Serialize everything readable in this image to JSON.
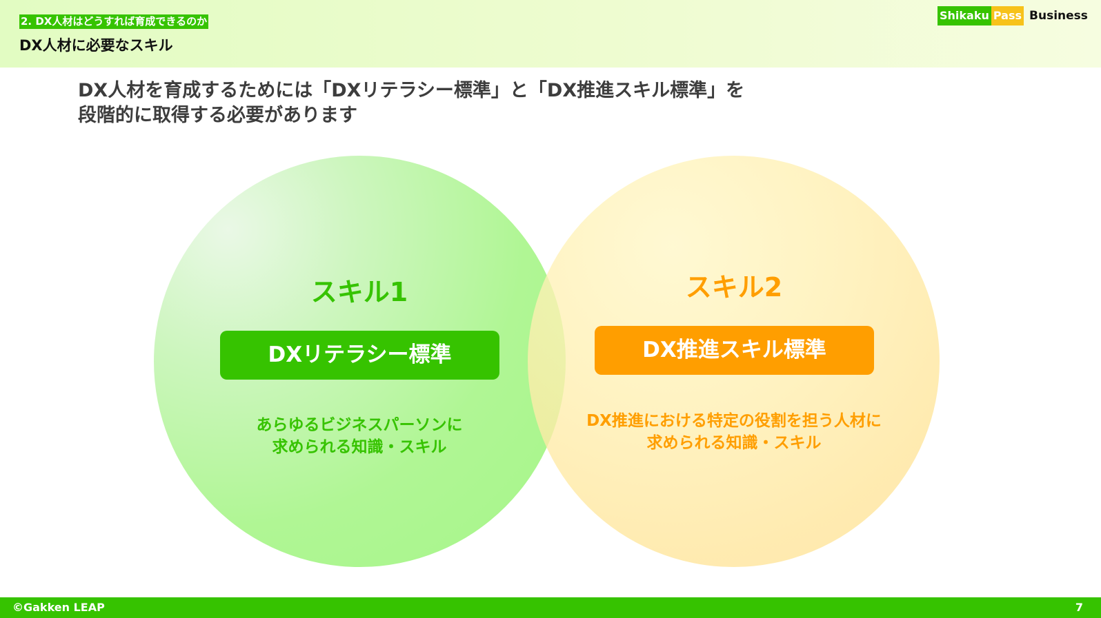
{
  "header": {
    "section_tag": "2. DX人材はどうすれば育成できるのか",
    "title": "DX人材に必要なスキル",
    "logo": {
      "part1": "Shikaku",
      "part2": "Pass",
      "part3": "Business"
    }
  },
  "lead": {
    "line1": "DX人材を育成するためには「DXリテラシー標準」と「DX推進スキル標準」を",
    "line2": "段階的に取得する必要があります"
  },
  "diagram": {
    "skill1": {
      "title": "スキル1",
      "label": "DXリテラシー標準",
      "desc_line1": "あらゆるビジネスパーソンに",
      "desc_line2": "求められる知識・スキル",
      "color": "#36c300"
    },
    "skill2": {
      "title": "スキル2",
      "label": "DX推進スキル標準",
      "desc_line1": "DX推進における特定の役割を担う人材に",
      "desc_line2": "求められる知識・スキル",
      "color": "#ff9e00"
    }
  },
  "footer": {
    "copyright": "©Gakken LEAP",
    "page_number": "7"
  },
  "colors": {
    "brand_green": "#36c300",
    "brand_orange": "#ff9e00",
    "logo_yellow": "#f7c21a"
  }
}
